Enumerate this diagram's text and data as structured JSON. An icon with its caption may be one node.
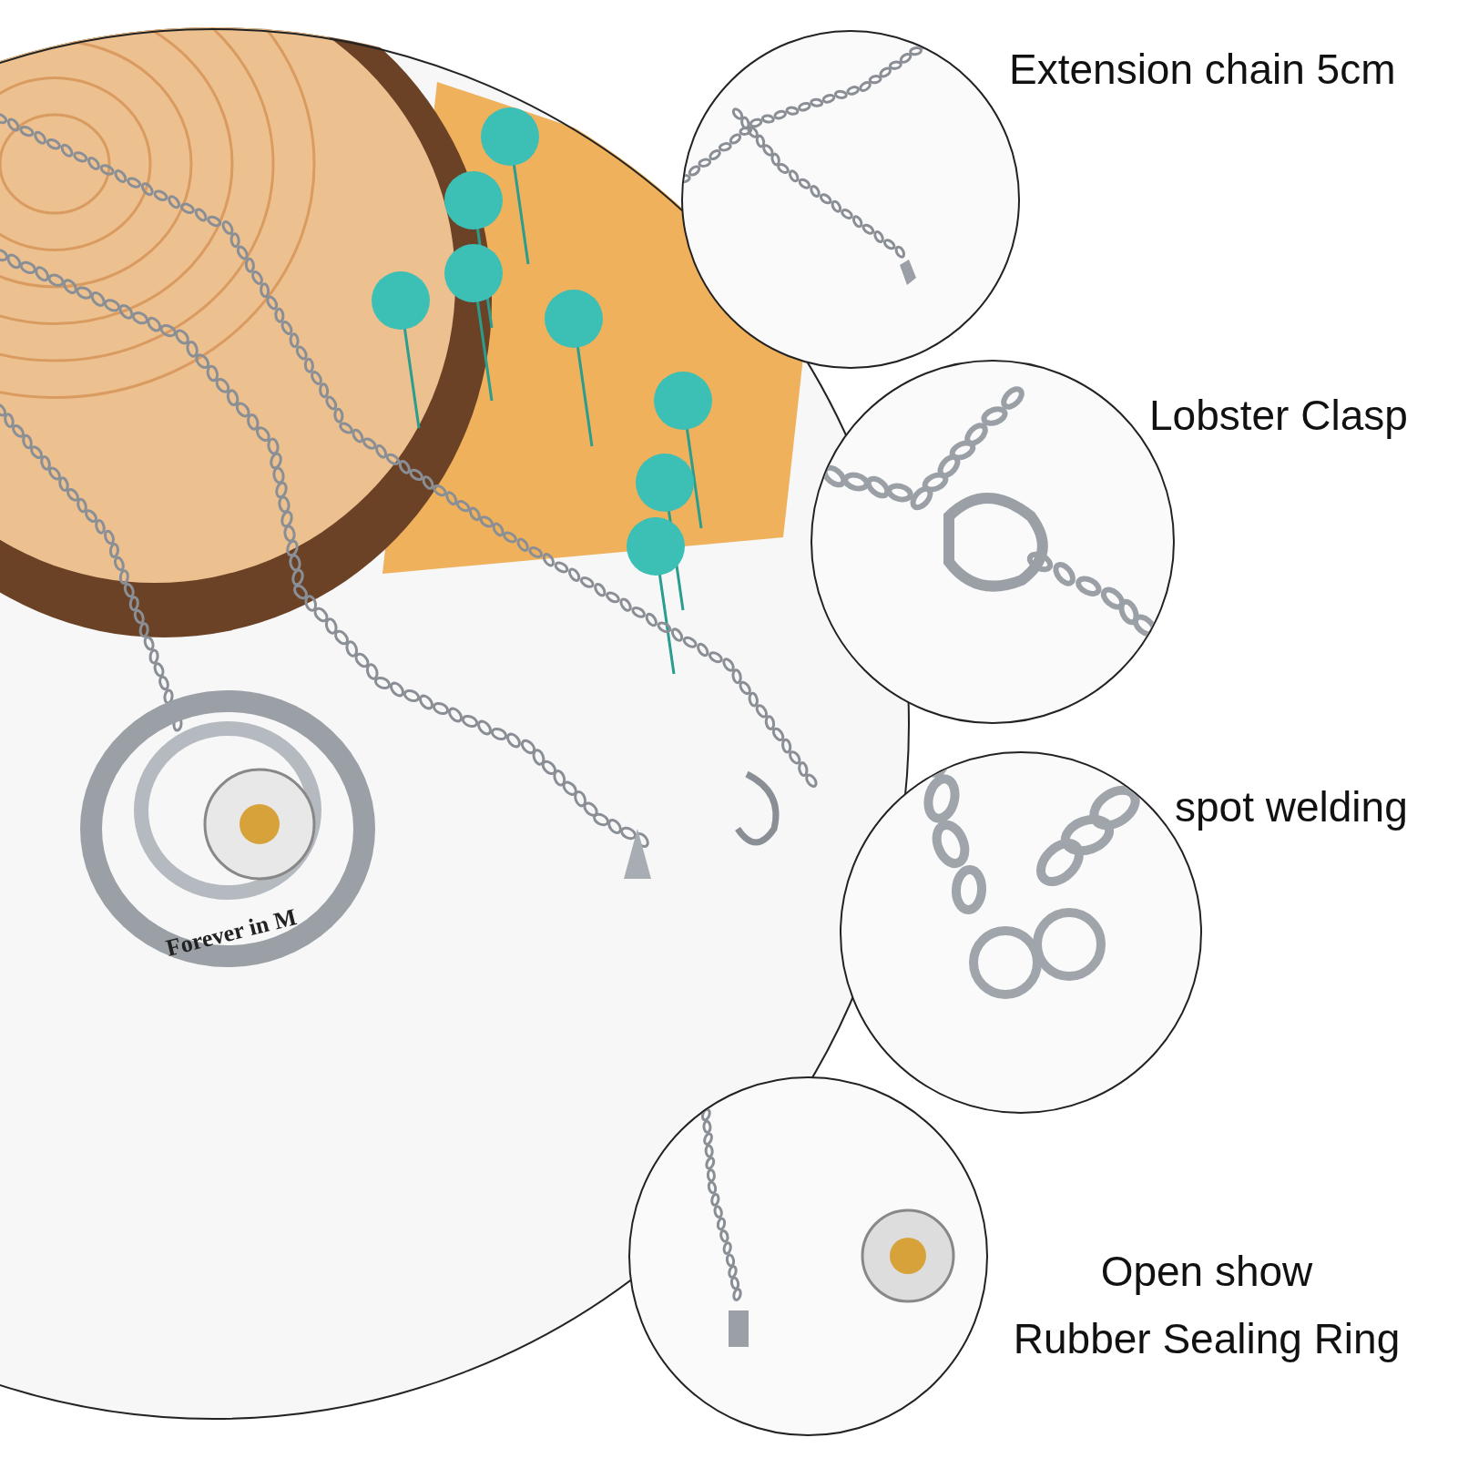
{
  "diagram": {
    "nodes": [
      {
        "text": [],
        "shape": "picture"
      },
      {
        "text": [],
        "shape": "picture",
        "beside": [
          "Extension chain 5cm"
        ]
      },
      {
        "text": [],
        "shape": "picture",
        "beside": [
          "Lobster Clasp"
        ]
      },
      {
        "text": [],
        "shape": "picture",
        "beside": [
          "spot welding"
        ]
      },
      {
        "text": [],
        "shape": "picture",
        "beside": [
          "Open show",
          "Rubber Sealing Ring"
        ]
      }
    ],
    "labels": [
      "Forever in M"
    ]
  }
}
